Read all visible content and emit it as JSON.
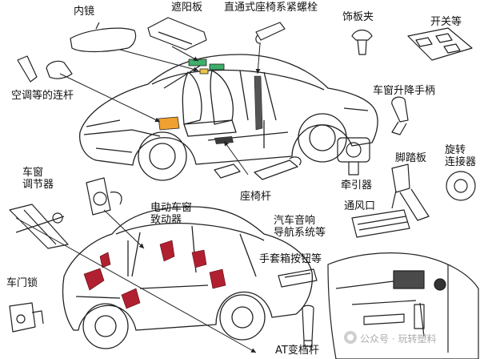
{
  "labels": {
    "inner_mirror": "内镜",
    "sun_visor": "遮阳板",
    "seat_bolt": "直通式座椅系紧螺栓",
    "trim_clip": "饰板夹",
    "switches": "开关等",
    "ac_linkage": "空调等的连杆",
    "window_handle": "车窗升降手柄",
    "window_regulator": "车窗\n调节器",
    "retractor": "牵引器",
    "footrest": "脚踏板",
    "rotary_connector": "旋转\n连接器",
    "seat_rod": "座椅杆",
    "power_window_actuator": "电动车窗\n致动器",
    "air_vent": "通风口",
    "audio_nav": "汽车音响\n导航系统等",
    "door_lock": "车门锁",
    "glovebox_button": "手套箱按钮等",
    "at_lever": "AT变档杆"
  },
  "watermark": {
    "text": "公众号 · 玩转塑料"
  },
  "colors": {
    "line": "#222222",
    "highlight_green": "#3fae6a",
    "highlight_orange": "#f0a030",
    "highlight_yellow": "#e9c44a",
    "highlight_red": "#b02030"
  }
}
